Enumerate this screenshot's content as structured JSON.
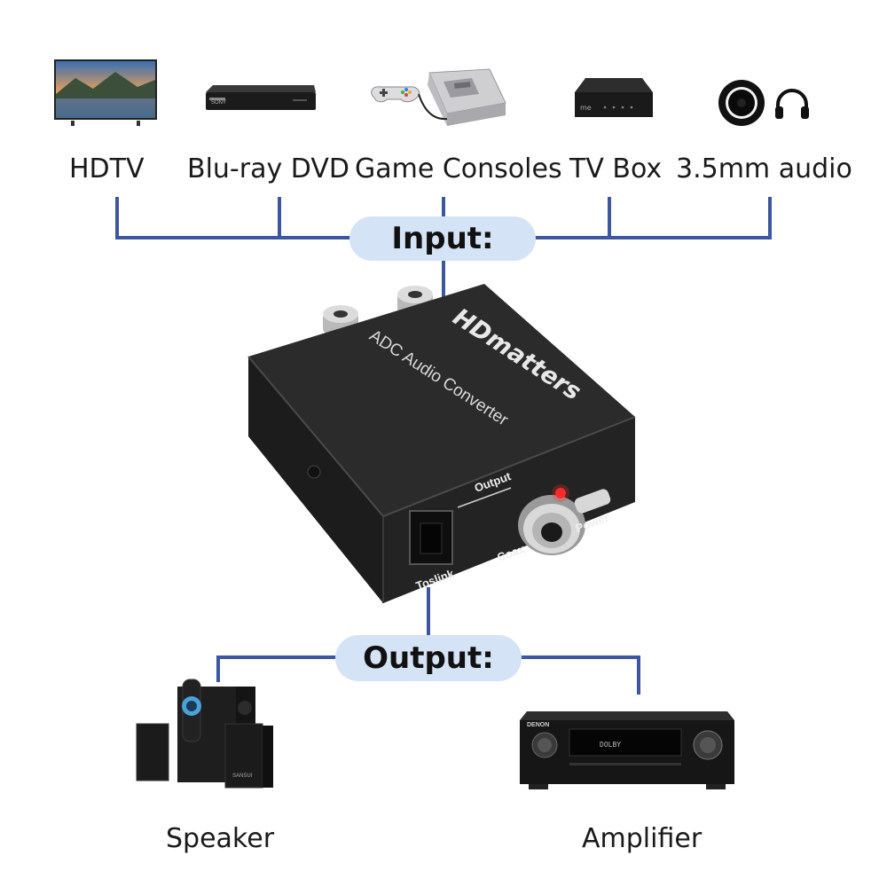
{
  "input_devices": [
    {
      "label": "HDTV",
      "icon": "hdtv-icon"
    },
    {
      "label": "Blu-ray DVD",
      "icon": "bluray-player-icon"
    },
    {
      "label": "Game Consoles",
      "icon": "game-console-icon"
    },
    {
      "label": "TV Box",
      "icon": "tv-box-icon"
    },
    {
      "label": "3.5mm audio",
      "icon": "audio-jack-icon"
    }
  ],
  "input_heading": "Input:",
  "output_heading": "Output:",
  "device": {
    "brand": "HDmatters",
    "model": "ADC Audio Converter",
    "output_label": "Output",
    "toslink_label": "Toslink",
    "coax_label": "Coax",
    "power_label": "Power",
    "player_brand": "SONY"
  },
  "output_devices": [
    {
      "label": "Speaker",
      "icon": "speaker-icon"
    },
    {
      "label": "Amplifier",
      "icon": "amplifier-icon"
    }
  ],
  "amplifier_brand": "DENON",
  "speaker_brand": "SANSUI",
  "colors": {
    "line": "#3d56a0",
    "pill": "#d5e3f6",
    "device_body": "#2a2a2a"
  }
}
